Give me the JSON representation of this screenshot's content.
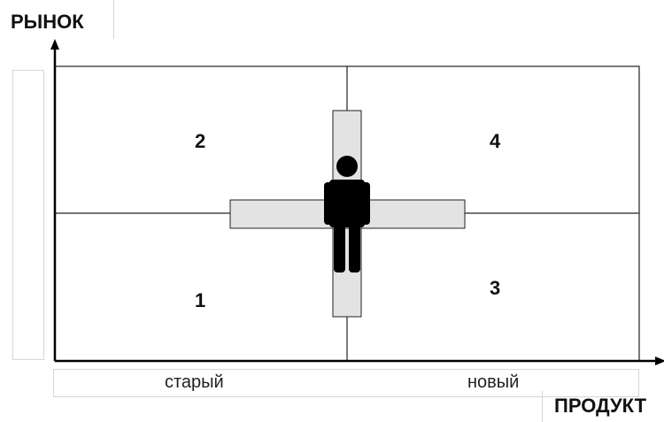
{
  "axes": {
    "y_title": "РЫНОК",
    "x_title": "ПРОДУКТ",
    "x_left_label": "старый",
    "x_right_label": "новый"
  },
  "quadrants": {
    "q1": "1",
    "q2": "2",
    "q3": "3",
    "q4": "4"
  }
}
